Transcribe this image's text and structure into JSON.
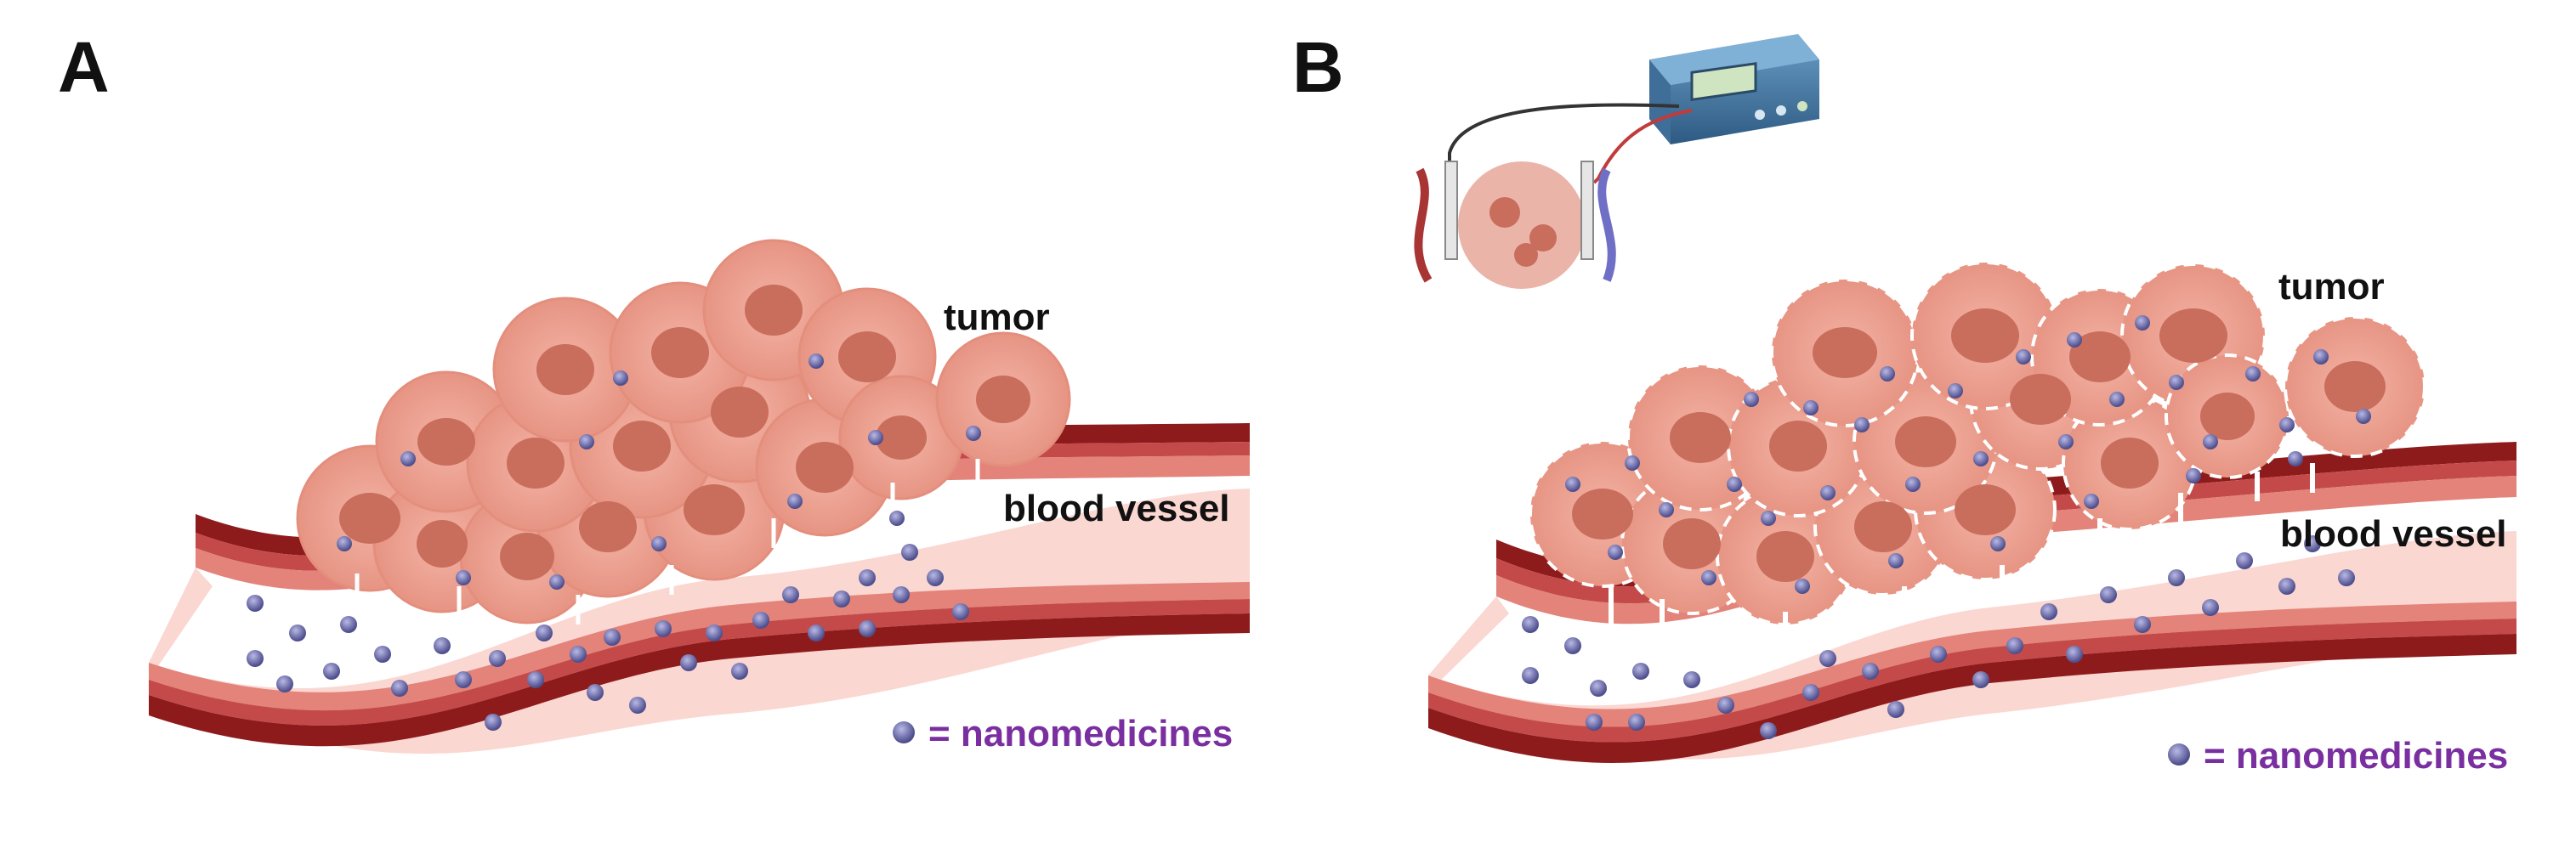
{
  "panels": [
    {
      "letter": "A",
      "labels": {
        "tumor": "tumor",
        "vessel": "blood vessel",
        "legend": "= nanomedicines"
      }
    },
    {
      "letter": "B",
      "labels": {
        "tumor": "tumor",
        "vessel": "blood vessel",
        "legend": "= nanomedicines"
      }
    }
  ],
  "colors": {
    "vessel_outer": "#8e1b1b",
    "vessel_mid": "#c44a4a",
    "vessel_inner": "#fbd7d2",
    "cell_body": "#e8998a",
    "cell_nucleus": "#c96d5d",
    "nanoparticle": "#6a6aa8",
    "device": "#2f5f88",
    "legend_text": "#7a2fa0"
  }
}
